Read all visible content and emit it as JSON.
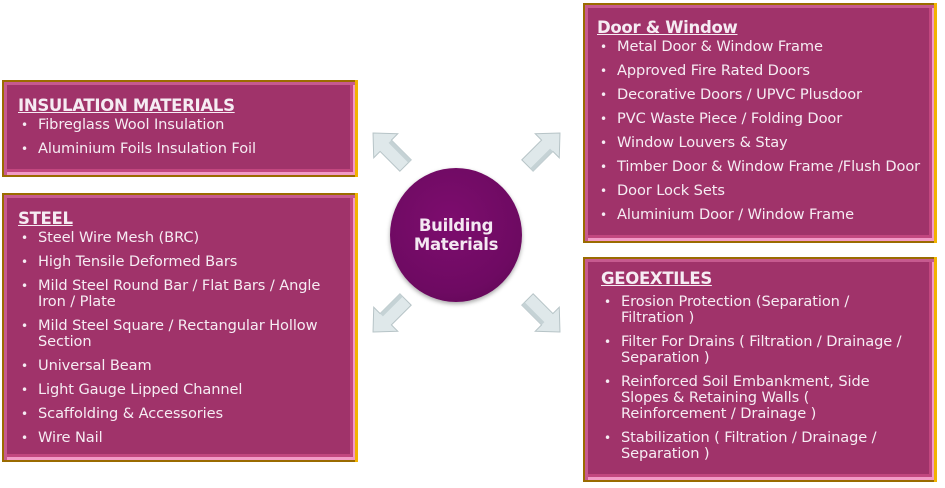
{
  "center": {
    "line1": "Building",
    "line2": "Materials",
    "color": "#6e0a62"
  },
  "colors": {
    "box_fill": "#a0336a",
    "box_border": "#9a6b00",
    "arrow": "#dfe8ea"
  },
  "insulation": {
    "title": "INSULATION MATERIALS",
    "items": [
      "Fibreglass Wool Insulation",
      "Aluminium Foils Insulation Foil"
    ]
  },
  "steel": {
    "title": "STEEL",
    "items": [
      "Steel Wire Mesh (BRC)",
      "High Tensile Deformed Bars",
      "Mild Steel Round Bar / Flat Bars / Angle Iron / Plate",
      "Mild Steel Square / Rectangular Hollow Section",
      "Universal Beam",
      "Light Gauge Lipped Channel",
      "Scaffolding & Accessories",
      "Wire Nail"
    ]
  },
  "door_window": {
    "title": "Door & Window",
    "items": [
      "Metal Door & Window Frame",
      "Approved Fire Rated Doors",
      "Decorative Doors / UPVC Plusdoor",
      "PVC Waste Piece  / Folding Door",
      "Window Louvers & Stay",
      "Timber Door  & Window Frame /Flush Door",
      "Door Lock Sets",
      "Aluminium Door / Window Frame"
    ]
  },
  "geotextiles": {
    "title": "GEOEXTILES",
    "items": [
      "Erosion Protection (Separation / Filtration )",
      "Filter For Drains ( Filtration / Drainage / Separation )",
      "Reinforced Soil Embankment, Side Slopes & Retaining Walls ( Reinforcement / Drainage )",
      "Stabilization ( Filtration / Drainage / Separation )"
    ]
  }
}
